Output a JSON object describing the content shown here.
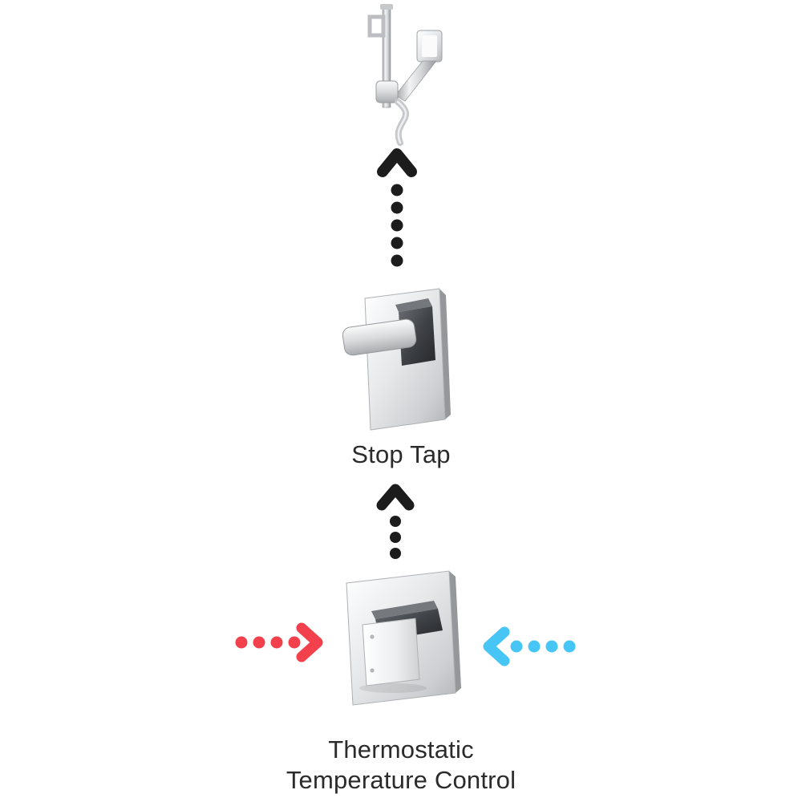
{
  "diagram": {
    "labels": {
      "stop_tap": "Stop Tap",
      "thermostatic_line1": "Thermostatic",
      "thermostatic_line2": "Temperature Control"
    },
    "icons": {
      "shower": "handheld-shower-on-slide-rail-icon",
      "flow_arrow_upper": "dotted-up-arrow-icon",
      "flow_arrow_lower": "dotted-up-arrow-icon",
      "hot_inlet": "dotted-right-arrow-icon",
      "cold_inlet": "dotted-left-arrow-icon",
      "stop_tap_valve": "square-stop-tap-valve-icon",
      "thermostatic_valve": "square-thermostatic-valve-icon"
    },
    "colors": {
      "background": "#ffffff",
      "flow_arrow": "#1c1c1c",
      "hot_water": "#f2414d",
      "cold_water": "#47c5f4",
      "label_text": "#2b2b2b",
      "chrome_light": "#f4f4f5",
      "chrome_dark": "#8f9194",
      "valve_handle_dark": "#3a3d41"
    }
  }
}
